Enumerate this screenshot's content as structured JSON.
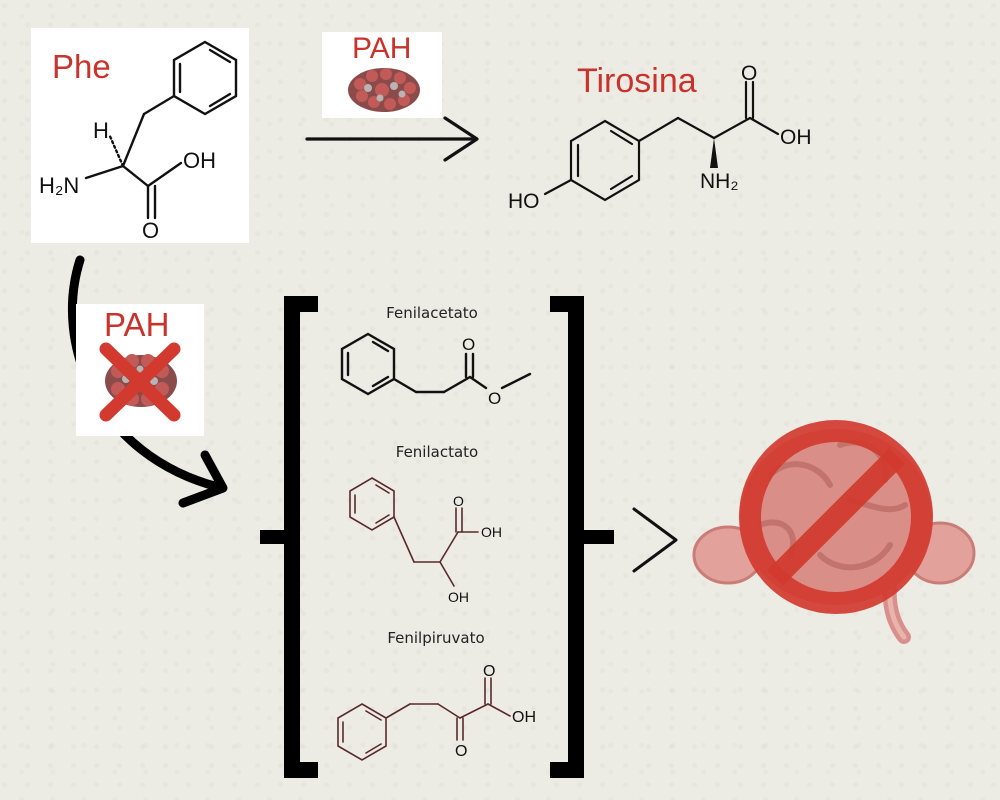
{
  "phe": {
    "label": "Phe",
    "atoms": {
      "h": "H",
      "nh2": "H₂N",
      "oh": "OH",
      "o": "O"
    }
  },
  "enzyme_top": {
    "label": "PAH"
  },
  "tirosina": {
    "label": "Tirosina",
    "atoms": {
      "ho": "HO",
      "oh": "OH",
      "o": "O",
      "nh2": "NH₂"
    }
  },
  "enzyme_blocked": {
    "label": "PAH"
  },
  "metabolites": {
    "fenilacetato": {
      "label": "Fenilacetato",
      "atoms": {
        "o": "O"
      }
    },
    "fenilactato": {
      "label": "Fenilactato",
      "atoms": {
        "o": "O",
        "oh": "OH",
        "oh2": "OH"
      }
    },
    "fenilpiruvato": {
      "label": "Fenilpiruvato",
      "atoms": {
        "o1": "O",
        "o2": "O",
        "oh": "OH"
      }
    }
  },
  "colors": {
    "accent_red": "#c8332c",
    "brain": "#d9908a",
    "prohibited": "#d23a2f"
  },
  "icons": [
    "protein-icon",
    "blocked-protein-icon",
    "brain-prohibited-icon"
  ]
}
